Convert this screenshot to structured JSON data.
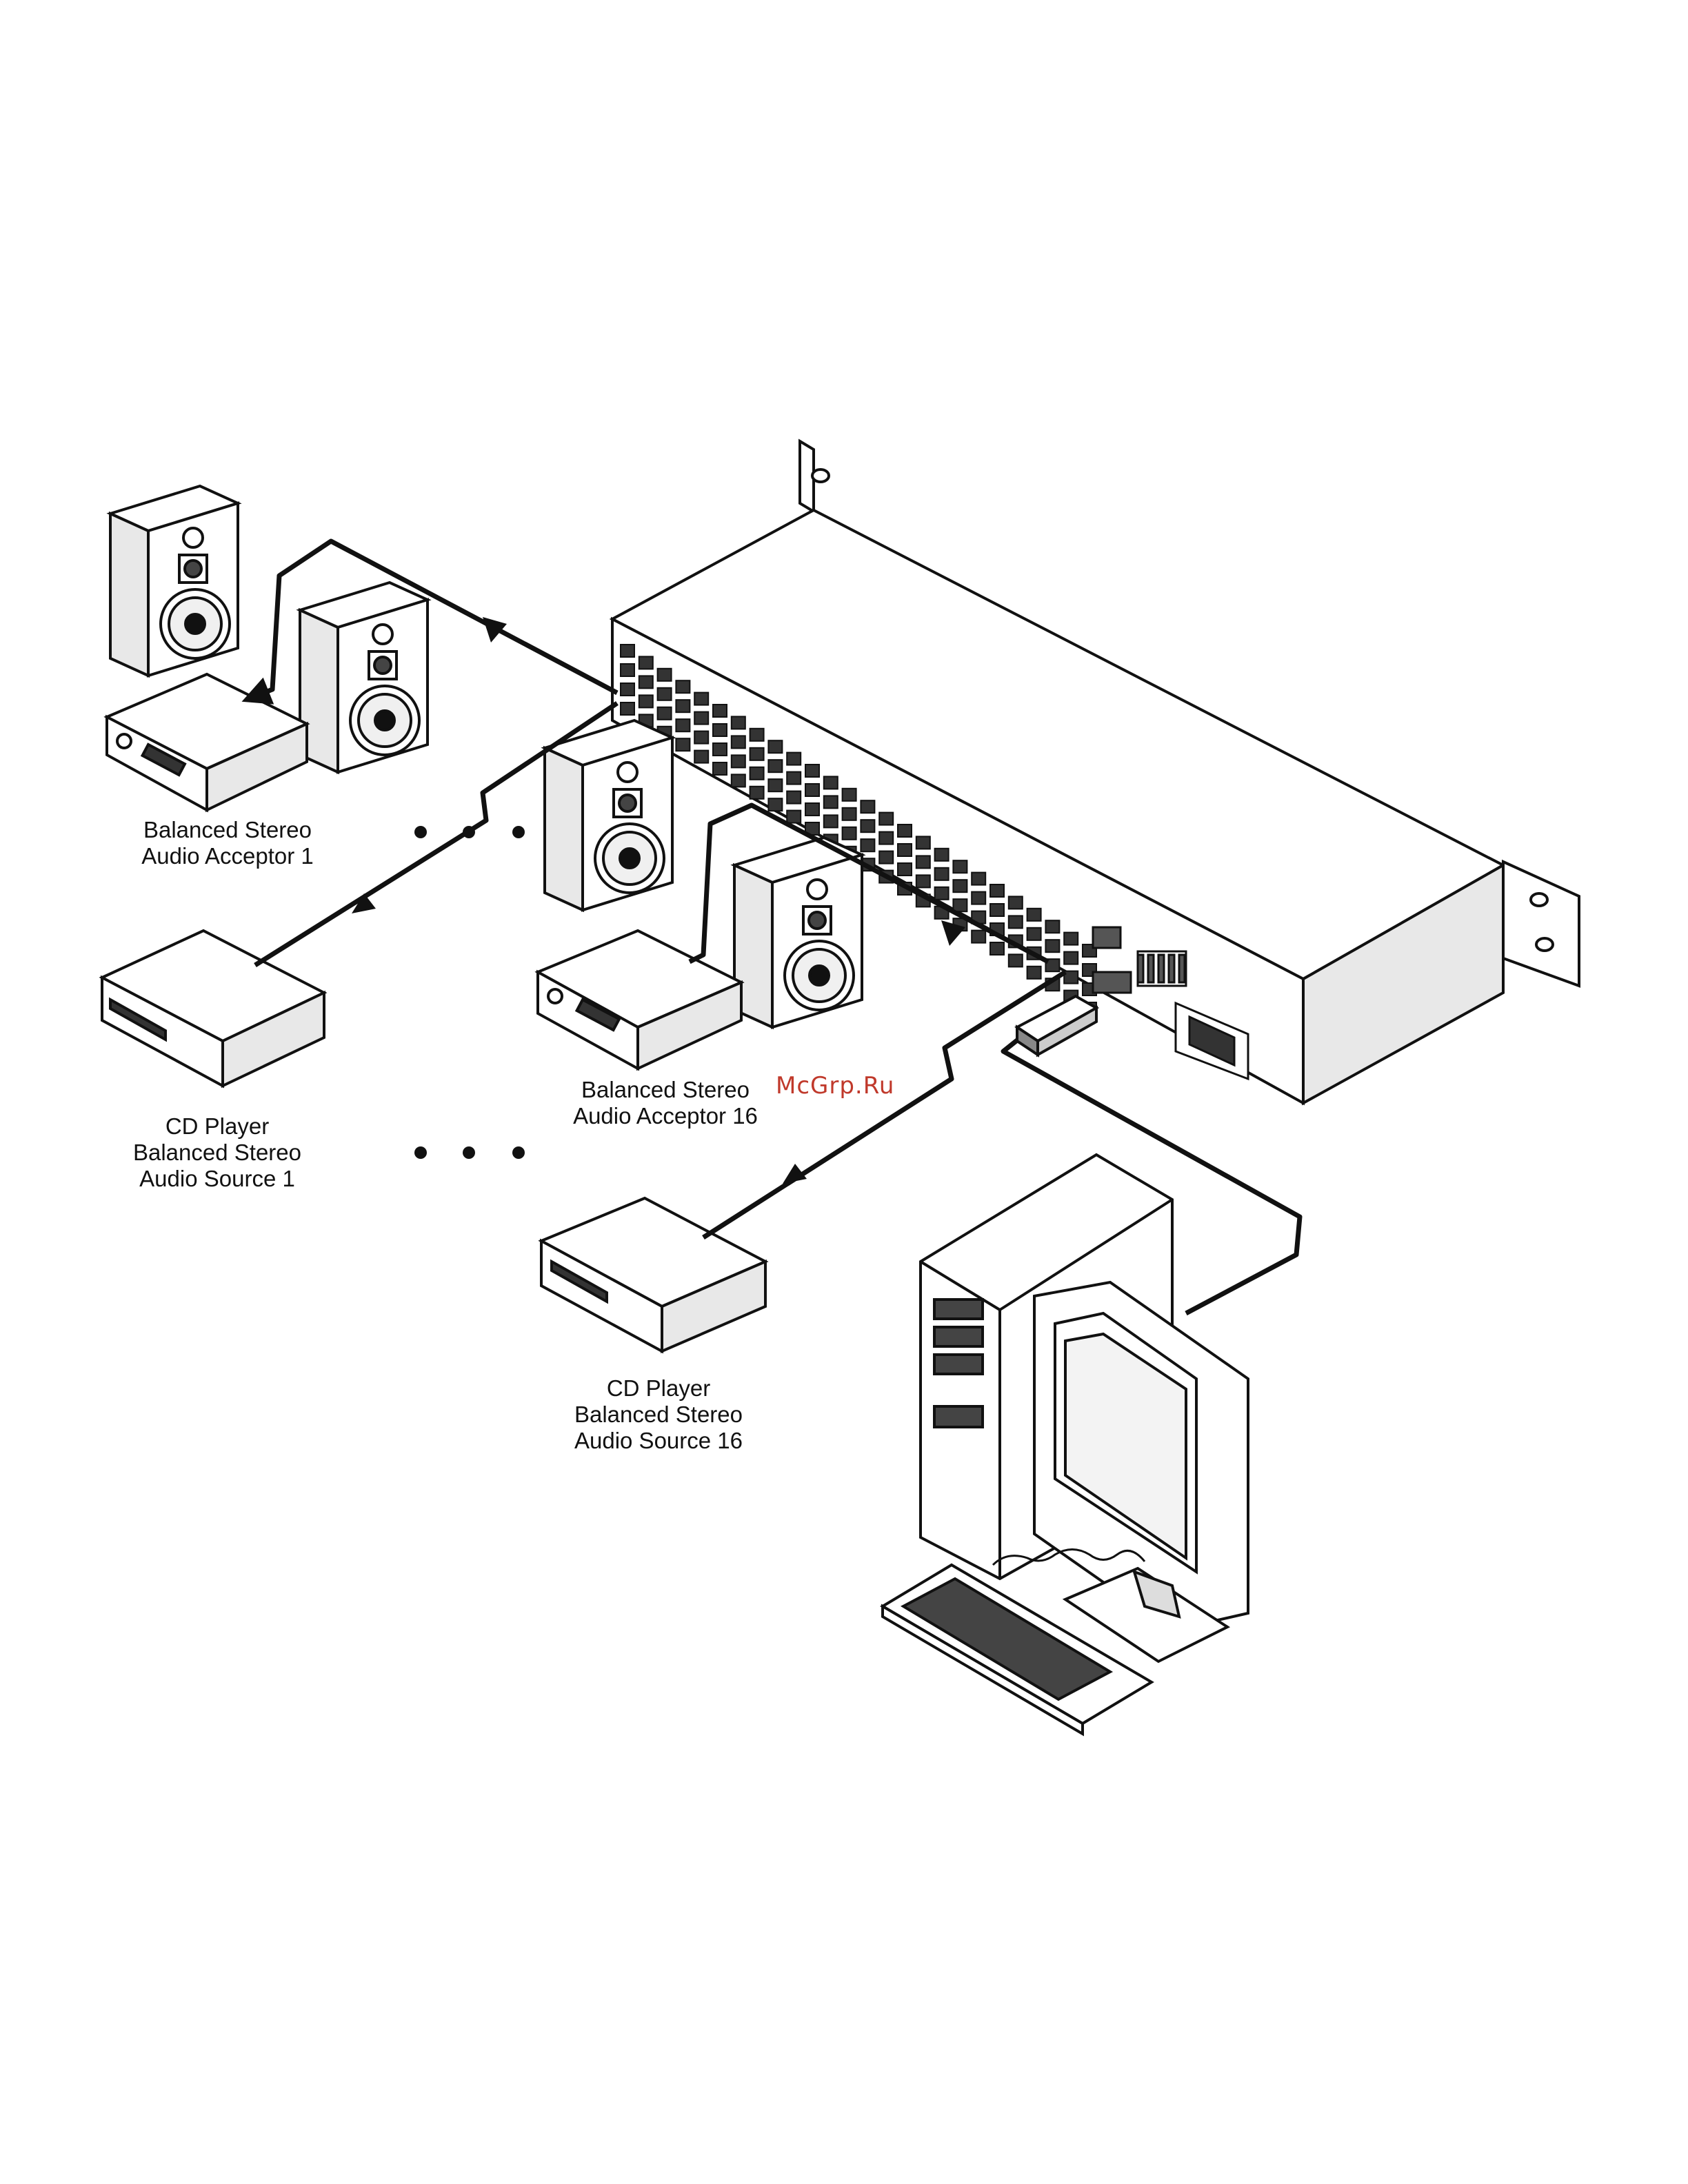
{
  "labels": {
    "acceptor_1": [
      "Balanced Stereo",
      "Audio Acceptor 1"
    ],
    "acceptor_16": [
      "Balanced Stereo",
      "Audio Acceptor 16"
    ],
    "source_1": [
      "CD Player",
      "Balanced Stereo",
      "Audio Source 1"
    ],
    "source_16": [
      "CD Player",
      "Balanced Stereo",
      "Audio Source 16"
    ]
  },
  "watermark": "McGrp.Ru",
  "colors": {
    "ink": "#111111",
    "panel": "#ffffff",
    "shade": "#d9d9d9",
    "watermark": "#c0392b"
  },
  "icons": [
    "speaker-icon",
    "amplifier-icon",
    "cd-player-icon",
    "matrix-switcher-icon",
    "computer-icon",
    "monitor-icon",
    "keyboard-icon",
    "serial-connector-icon"
  ]
}
